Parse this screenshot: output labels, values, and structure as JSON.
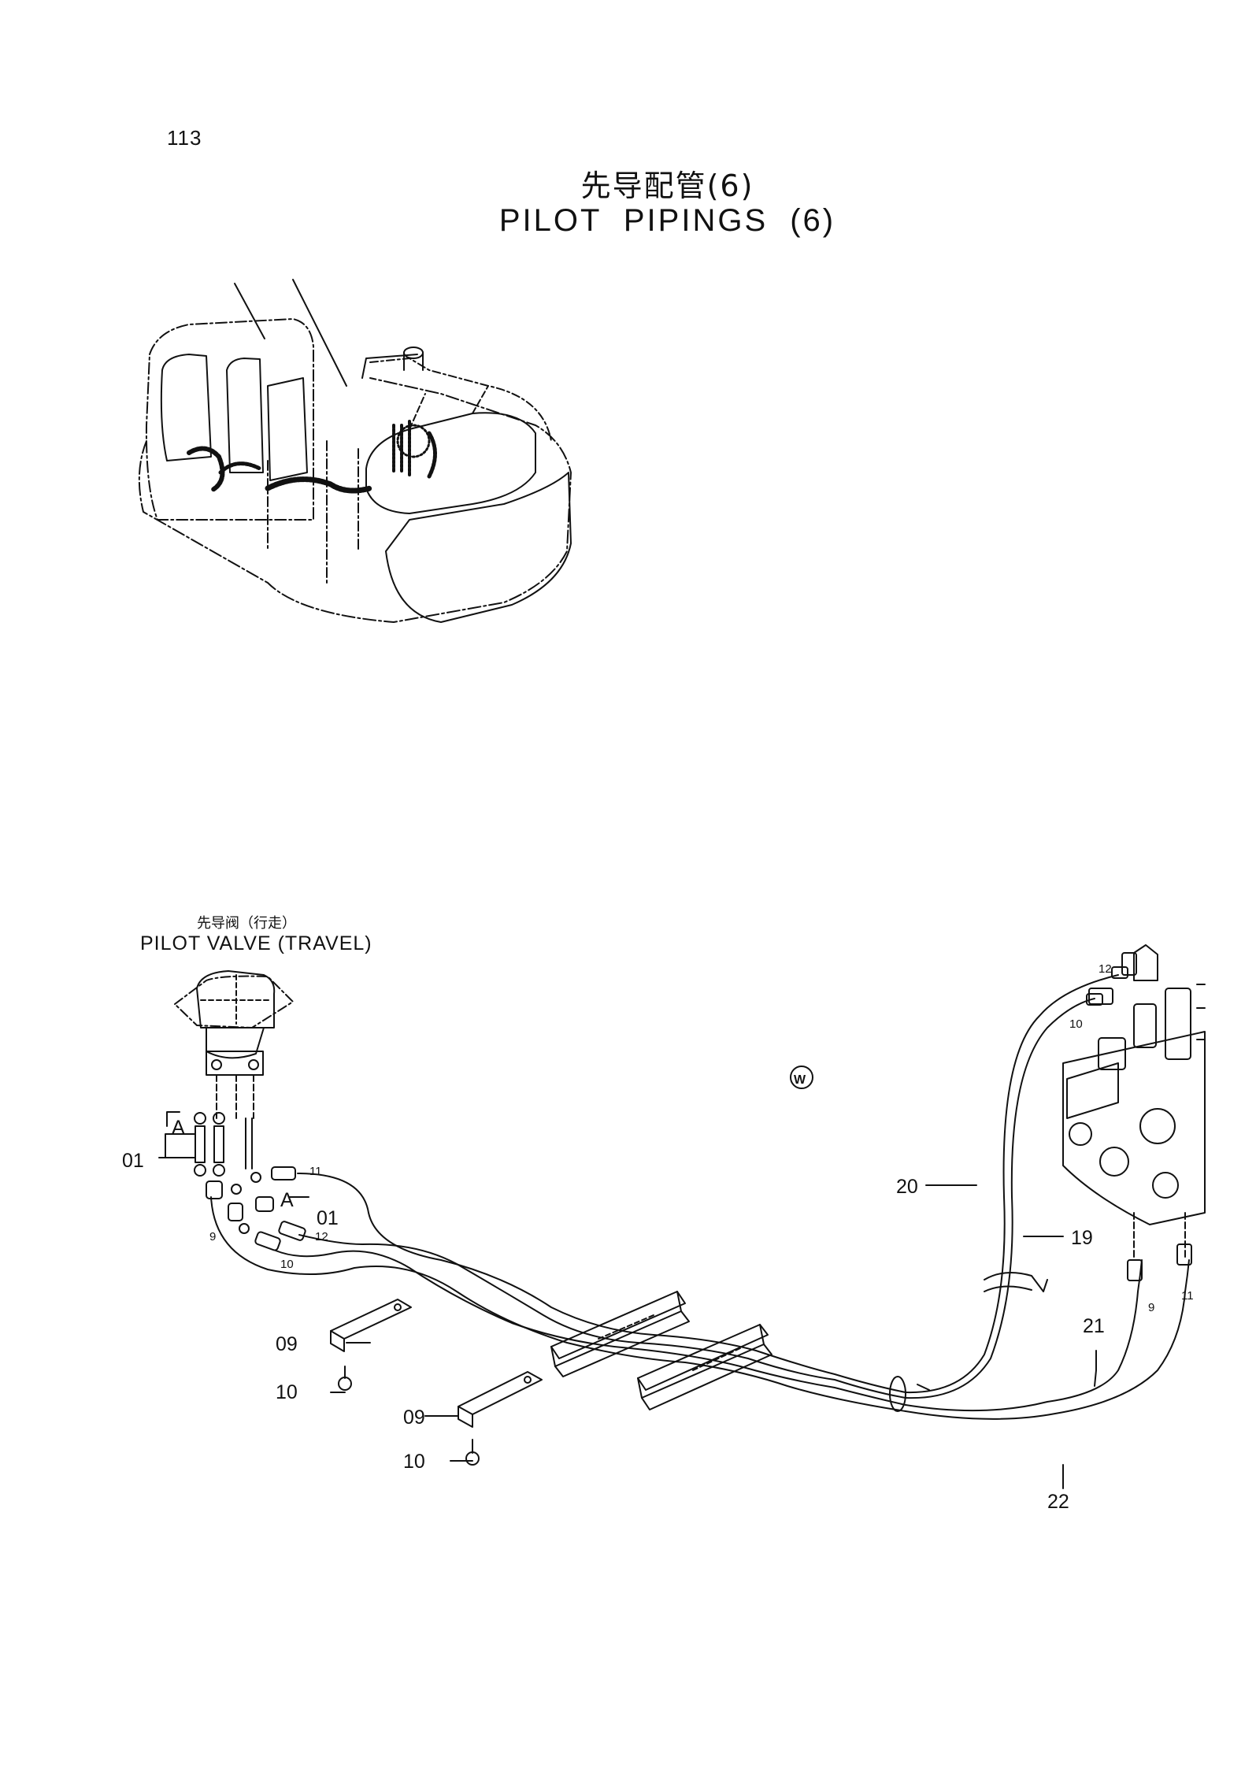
{
  "page_number": "113",
  "title_cn": "先导配管(6)",
  "title_en": "PILOT PIPINGS (6)",
  "pilot_valve": {
    "label_cn": "先导阀（行走）",
    "label_en": "PILOT VALVE (TRAVEL)"
  },
  "marker_symbol": "W",
  "view_marker": "A",
  "callouts": {
    "c01_left": "01",
    "c01_right": "01",
    "c09_upper": "09",
    "c10_upper": "10",
    "c09_lower": "09",
    "c10_lower": "10",
    "c20": "20",
    "c19": "19",
    "c21": "21",
    "c22": "22",
    "p9_left": "9",
    "p10_left": "10",
    "p11_left": "11",
    "p12_left": "12",
    "p12_right": "12",
    "p10_right": "10",
    "p9_right": "9",
    "p11_right": "11"
  }
}
